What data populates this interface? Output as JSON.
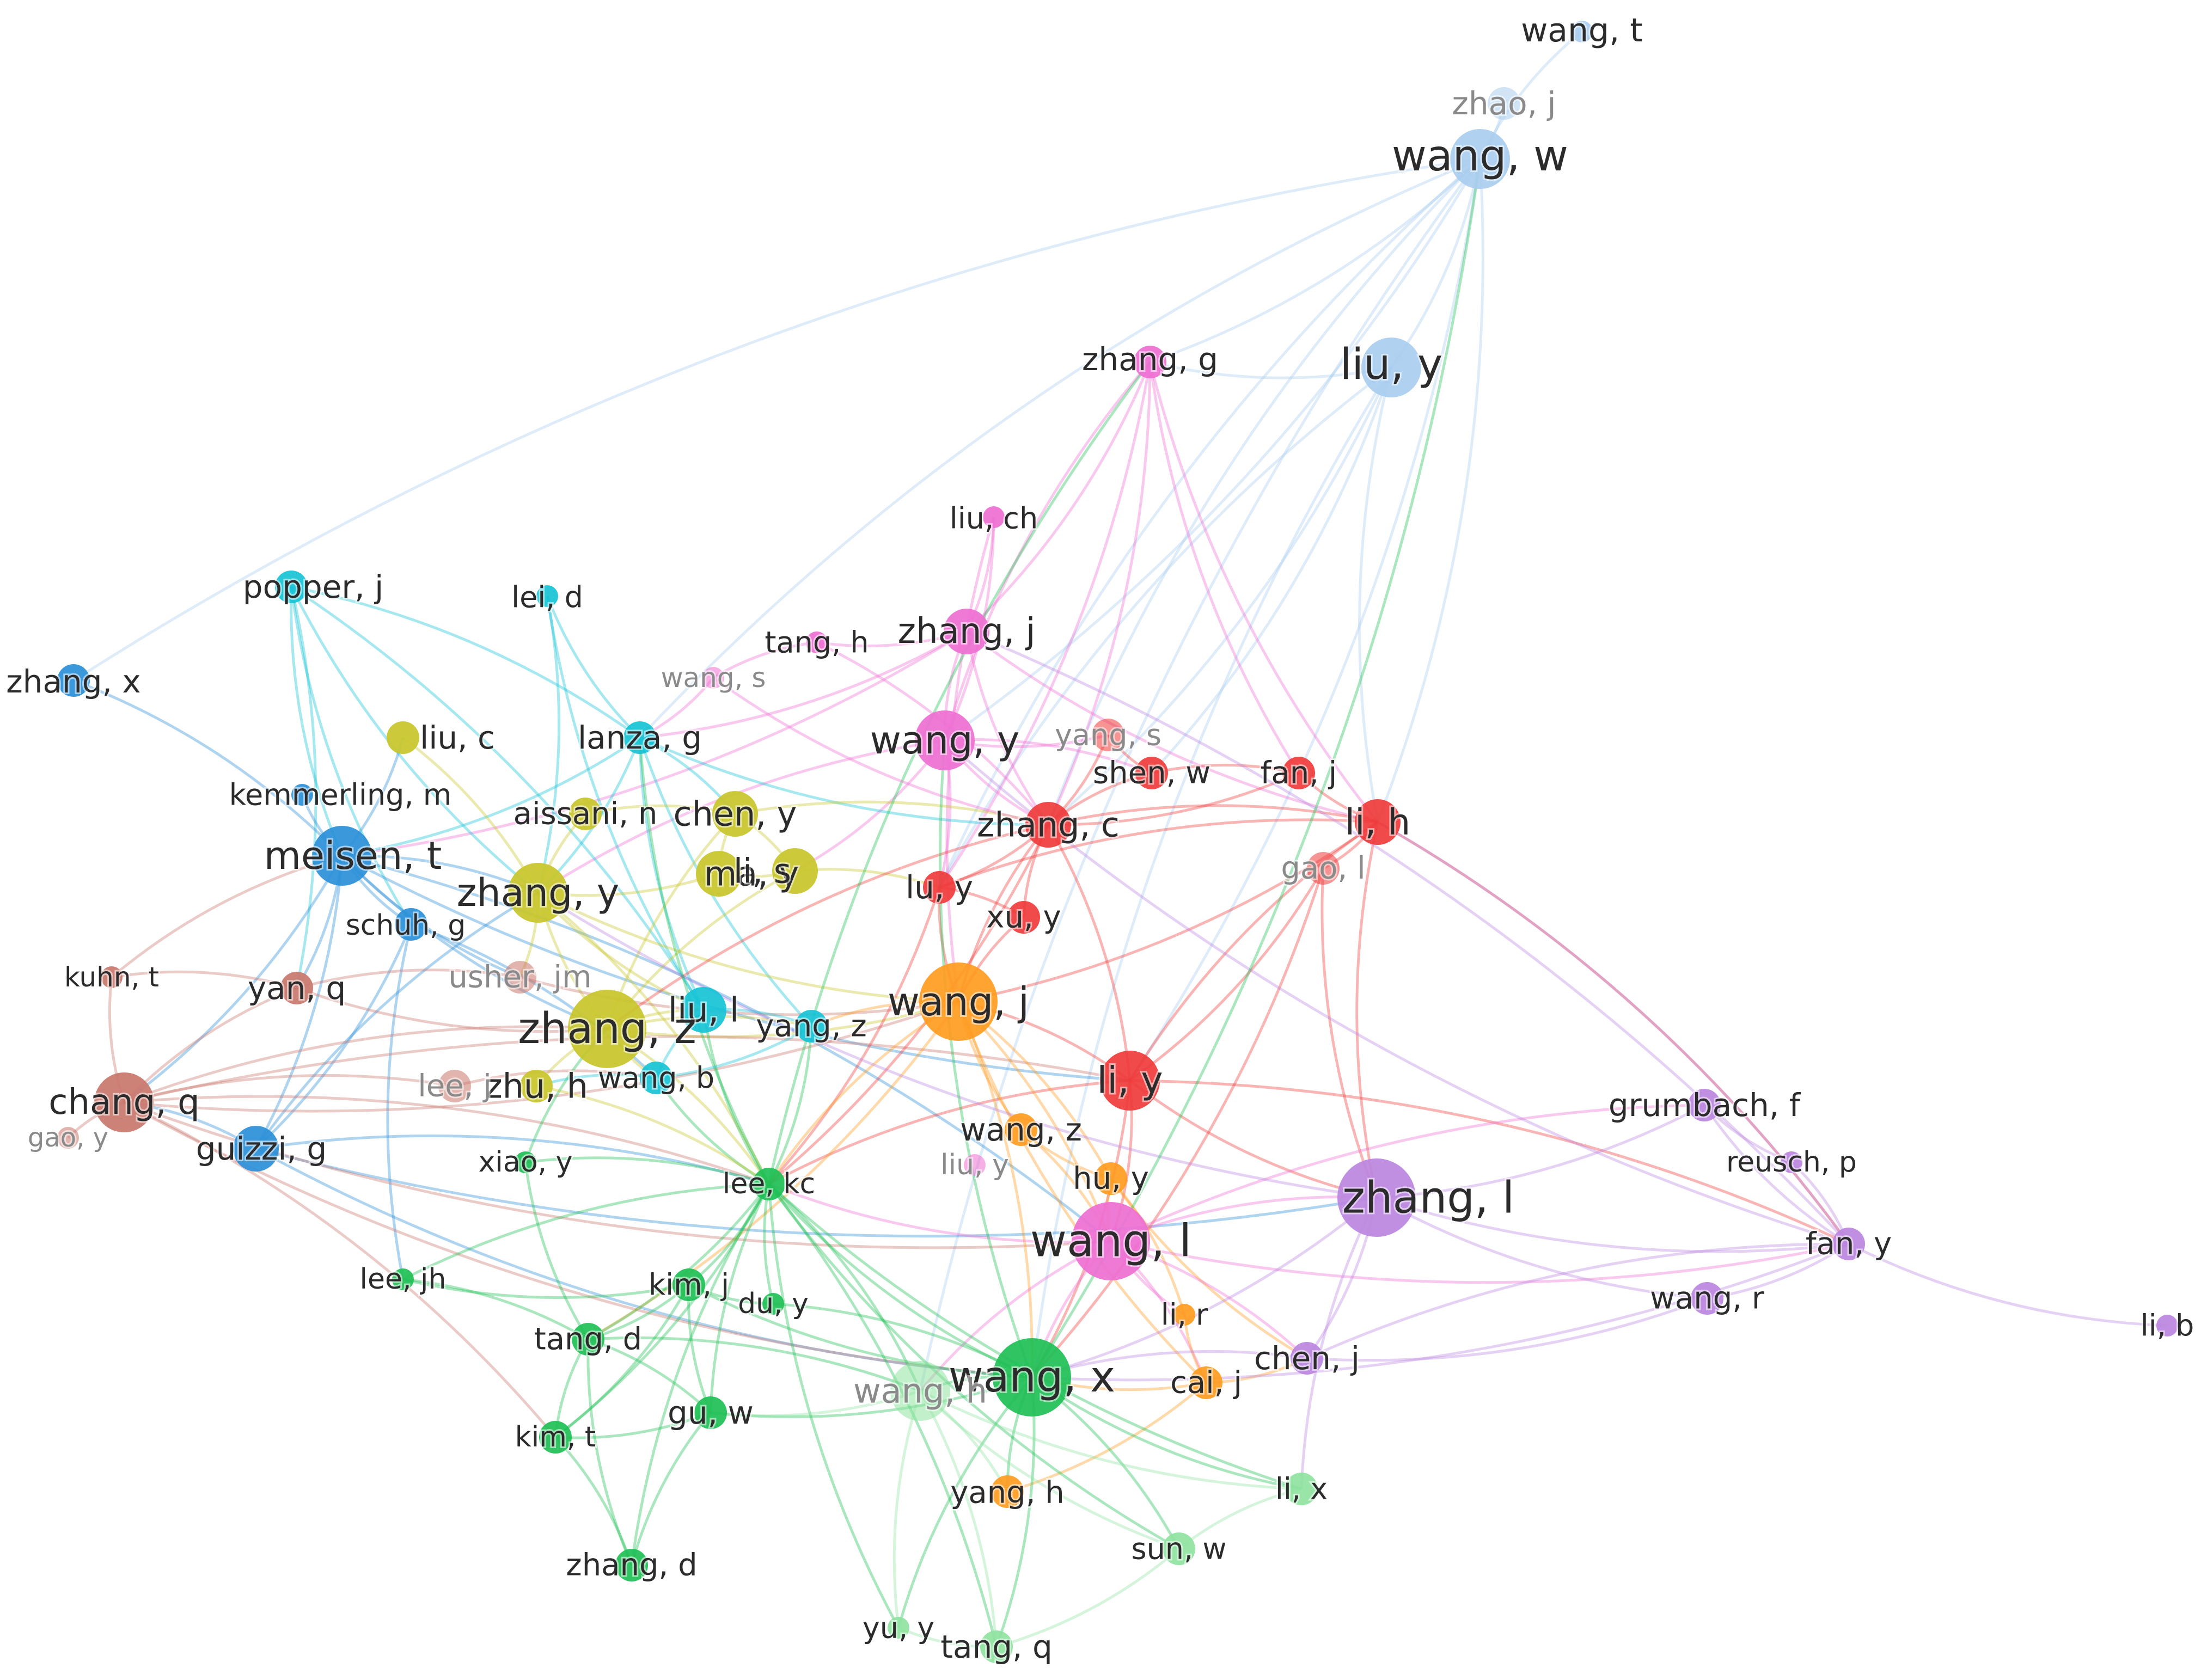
{
  "network": {
    "colors": {
      "red": "#ef3b3b",
      "green": "#1fbf55",
      "lightgreen": "#8fe3a0",
      "blue": "#2a8fd8",
      "cyan": "#16c3d6",
      "yellow": "#c8c52a",
      "pink": "#ee6fd2",
      "lightblue": "#a9cdef",
      "orange": "#ff9b20",
      "purple": "#bb86e0",
      "brown": "#c9776c"
    },
    "nodes": [
      {
        "id": "wang_t",
        "label": "wang, t",
        "cluster": "lightblue",
        "weight": 1
      },
      {
        "id": "zhao_j",
        "label": "zhao, j",
        "cluster": "lightblue",
        "weight": 2
      },
      {
        "id": "wang_w",
        "label": "wang, w",
        "cluster": "lightblue",
        "weight": 4
      },
      {
        "id": "liu_y",
        "label": "liu, y",
        "cluster": "lightblue",
        "weight": 4
      },
      {
        "id": "zhang_g",
        "label": "zhang, g",
        "cluster": "pink",
        "weight": 2
      },
      {
        "id": "liu_ch",
        "label": "liu, ch",
        "cluster": "pink",
        "weight": 1
      },
      {
        "id": "zhang_j",
        "label": "zhang, j",
        "cluster": "pink",
        "weight": 3
      },
      {
        "id": "tang_h",
        "label": "tang, h",
        "cluster": "pink",
        "weight": 1
      },
      {
        "id": "wang_s",
        "label": "wang, s",
        "cluster": "pink",
        "weight": 1
      },
      {
        "id": "wang_y",
        "label": "wang, y",
        "cluster": "pink",
        "weight": 4
      },
      {
        "id": "popper_j",
        "label": "popper, j",
        "cluster": "cyan",
        "weight": 2
      },
      {
        "id": "lei_d",
        "label": "lei, d",
        "cluster": "cyan",
        "weight": 1
      },
      {
        "id": "lanza_g",
        "label": "lanza, g",
        "cluster": "cyan",
        "weight": 2
      },
      {
        "id": "liu_l",
        "label": "liu, l",
        "cluster": "cyan",
        "weight": 3
      },
      {
        "id": "yang_z",
        "label": "yang, z",
        "cluster": "cyan",
        "weight": 2
      },
      {
        "id": "wang_b",
        "label": "wang, b",
        "cluster": "cyan",
        "weight": 2
      },
      {
        "id": "zhang_x",
        "label": "zhang, x",
        "cluster": "blue",
        "weight": 2
      },
      {
        "id": "kemmerling_m",
        "label": "kemmerling, m",
        "cluster": "blue",
        "weight": 1
      },
      {
        "id": "meisen_t",
        "label": "meisen, t",
        "cluster": "blue",
        "weight": 4
      },
      {
        "id": "schuh_g",
        "label": "schuh, g",
        "cluster": "blue",
        "weight": 2
      },
      {
        "id": "guizzi_g",
        "label": "guizzi, g",
        "cluster": "blue",
        "weight": 3
      },
      {
        "id": "liu_c",
        "label": "liu, c",
        "cluster": "yellow",
        "weight": 2
      },
      {
        "id": "aissani_n",
        "label": "aissani, n",
        "cluster": "yellow",
        "weight": 2
      },
      {
        "id": "chen_y",
        "label": "chen, y",
        "cluster": "yellow",
        "weight": 3
      },
      {
        "id": "ma_y",
        "label": "ma, y",
        "cluster": "yellow",
        "weight": 3
      },
      {
        "id": "li_s",
        "label": "li, s",
        "cluster": "yellow",
        "weight": 3
      },
      {
        "id": "zhang_y",
        "label": "zhang, y",
        "cluster": "yellow",
        "weight": 4
      },
      {
        "id": "zhang_z",
        "label": "zhang, z",
        "cluster": "yellow",
        "weight": 5
      },
      {
        "id": "zhu_h",
        "label": "zhu, h",
        "cluster": "yellow",
        "weight": 2
      },
      {
        "id": "kuhn_t",
        "label": "kuhn, t",
        "cluster": "brown",
        "weight": 1
      },
      {
        "id": "yan_q",
        "label": "yan, q",
        "cluster": "brown",
        "weight": 2
      },
      {
        "id": "usher_jm",
        "label": "usher, jm",
        "cluster": "brown",
        "weight": 2
      },
      {
        "id": "chang_q",
        "label": "chang, q",
        "cluster": "brown",
        "weight": 4
      },
      {
        "id": "lee_j",
        "label": "lee, j",
        "cluster": "brown",
        "weight": 2
      },
      {
        "id": "gao_y",
        "label": "gao, y",
        "cluster": "brown",
        "weight": 1
      },
      {
        "id": "yang_s",
        "label": "yang, s",
        "cluster": "red",
        "weight": 2
      },
      {
        "id": "shen_w",
        "label": "shen, w",
        "cluster": "red",
        "weight": 2
      },
      {
        "id": "fan_j",
        "label": "fan, j",
        "cluster": "red",
        "weight": 2
      },
      {
        "id": "li_h",
        "label": "li, h",
        "cluster": "red",
        "weight": 3
      },
      {
        "id": "zhang_c",
        "label": "zhang, c",
        "cluster": "red",
        "weight": 3
      },
      {
        "id": "lu_y",
        "label": "lu, y",
        "cluster": "red",
        "weight": 2
      },
      {
        "id": "xu_y",
        "label": "xu, y",
        "cluster": "red",
        "weight": 2
      },
      {
        "id": "gao_l",
        "label": "gao, l",
        "cluster": "red",
        "weight": 2
      },
      {
        "id": "li_y",
        "label": "li, y",
        "cluster": "red",
        "weight": 4
      },
      {
        "id": "wang_j",
        "label": "wang, j",
        "cluster": "orange",
        "weight": 5
      },
      {
        "id": "wang_z",
        "label": "wang, z",
        "cluster": "orange",
        "weight": 2
      },
      {
        "id": "hu_y",
        "label": "hu, y",
        "cluster": "orange",
        "weight": 2
      },
      {
        "id": "liu_y2",
        "label": "liu, y",
        "cluster": "pink",
        "weight": 1
      },
      {
        "id": "wang_l",
        "label": "wang, l",
        "cluster": "pink",
        "weight": 5
      },
      {
        "id": "li_r",
        "label": "li, r",
        "cluster": "orange",
        "weight": 1
      },
      {
        "id": "cai_j",
        "label": "cai, j",
        "cluster": "orange",
        "weight": 2
      },
      {
        "id": "yang_h",
        "label": "yang, h",
        "cluster": "orange",
        "weight": 2
      },
      {
        "id": "grumbach_f",
        "label": "grumbach, f",
        "cluster": "purple",
        "weight": 2
      },
      {
        "id": "reusch_p",
        "label": "reusch, p",
        "cluster": "purple",
        "weight": 1
      },
      {
        "id": "zhang_l",
        "label": "zhang, l",
        "cluster": "purple",
        "weight": 5
      },
      {
        "id": "fan_y",
        "label": "fan, y",
        "cluster": "purple",
        "weight": 2
      },
      {
        "id": "wang_r",
        "label": "wang, r",
        "cluster": "purple",
        "weight": 2
      },
      {
        "id": "chen_j",
        "label": "chen, j",
        "cluster": "purple",
        "weight": 2
      },
      {
        "id": "li_b",
        "label": "li, b",
        "cluster": "purple",
        "weight": 1
      },
      {
        "id": "xiao_y",
        "label": "xiao, y",
        "cluster": "green",
        "weight": 1
      },
      {
        "id": "lee_kc",
        "label": "lee, kc",
        "cluster": "green",
        "weight": 2
      },
      {
        "id": "lee_jh",
        "label": "lee, jh",
        "cluster": "green",
        "weight": 1
      },
      {
        "id": "kim_j",
        "label": "kim, j",
        "cluster": "green",
        "weight": 2
      },
      {
        "id": "du_y",
        "label": "du, y",
        "cluster": "green",
        "weight": 1
      },
      {
        "id": "tang_d",
        "label": "tang, d",
        "cluster": "green",
        "weight": 2
      },
      {
        "id": "wang_x",
        "label": "wang, x",
        "cluster": "green",
        "weight": 5
      },
      {
        "id": "wang_h",
        "label": "wang, h",
        "cluster": "lightgreen",
        "weight": 4
      },
      {
        "id": "gu_w",
        "label": "gu, w",
        "cluster": "green",
        "weight": 2
      },
      {
        "id": "kim_t",
        "label": "kim, t",
        "cluster": "green",
        "weight": 2
      },
      {
        "id": "zhang_d",
        "label": "zhang, d",
        "cluster": "green",
        "weight": 2
      },
      {
        "id": "li_x",
        "label": "li, x",
        "cluster": "lightgreen",
        "weight": 2
      },
      {
        "id": "sun_w",
        "label": "sun, w",
        "cluster": "lightgreen",
        "weight": 2
      },
      {
        "id": "yu_y",
        "label": "yu, y",
        "cluster": "lightgreen",
        "weight": 1
      },
      {
        "id": "tang_q",
        "label": "tang, q",
        "cluster": "lightgreen",
        "weight": 2
      }
    ]
  }
}
